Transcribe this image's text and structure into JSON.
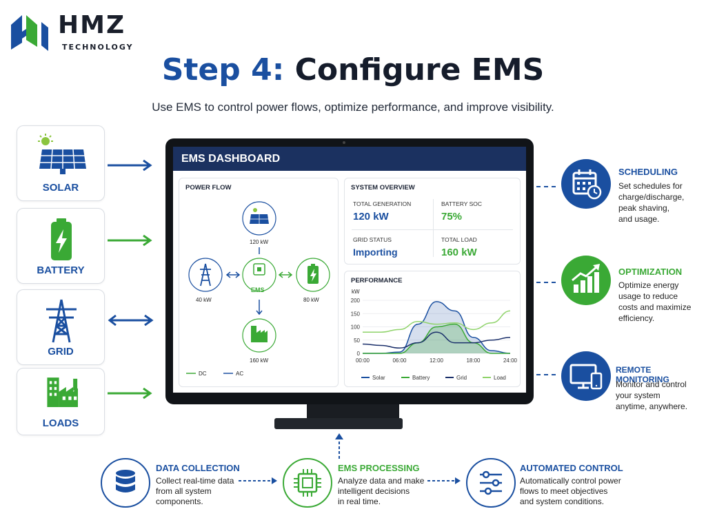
{
  "brand": {
    "name": "HMZ",
    "sub": "TECHNOLOGY"
  },
  "header": {
    "title_prefix": "Step 4:",
    "title_main": "Configure EMS",
    "subtitle": "Use EMS to control power flows, optimize performance, and improve visibility."
  },
  "sources": [
    {
      "label": "SOLAR",
      "icon": "solar-panel-icon",
      "arrow": "right",
      "color": "#1a4fa0"
    },
    {
      "label": "BATTERY",
      "icon": "battery-icon",
      "arrow": "right",
      "color": "#3aa935"
    },
    {
      "label": "GRID",
      "icon": "transmission-tower-icon",
      "arrow": "both",
      "color": "#1a4fa0"
    },
    {
      "label": "LOADS",
      "icon": "factory-icon",
      "arrow": "right",
      "color": "#3aa935"
    }
  ],
  "dashboard": {
    "title": "EMS DASHBOARD",
    "power_flow": {
      "title": "POWER FLOW",
      "solar_kw": "120 kW",
      "grid_kw": "40 kW",
      "battery_kw": "80 kW",
      "load_kw": "160 kW",
      "hub_label": "EMS",
      "legend_dc": "DC",
      "legend_ac": "AC"
    },
    "overview": {
      "title": "SYSTEM OVERVIEW",
      "total_generation_label": "TOTAL GENERATION",
      "total_generation_value": "120 kW",
      "battery_soc_label": "BATTERY SOC",
      "battery_soc_value": "75%",
      "grid_status_label": "GRID STATUS",
      "grid_status_value": "Importing",
      "total_load_label": "TOTAL LOAD",
      "total_load_value": "160 kW"
    }
  },
  "chart_data": {
    "type": "area",
    "title": "PERFORMANCE",
    "ylabel": "kW",
    "ylim": [
      0,
      200
    ],
    "yticks": [
      0,
      50,
      100,
      150,
      200
    ],
    "x": [
      "00:00",
      "03:00",
      "06:00",
      "09:00",
      "12:00",
      "15:00",
      "18:00",
      "21:00",
      "24:00"
    ],
    "series": [
      {
        "name": "Solar",
        "color": "#1a4fa0",
        "values": [
          0,
          0,
          5,
          110,
          195,
          160,
          60,
          10,
          0
        ]
      },
      {
        "name": "Battery",
        "color": "#3aa935",
        "values": [
          0,
          0,
          0,
          40,
          100,
          110,
          40,
          0,
          0
        ]
      },
      {
        "name": "Grid",
        "color": "#1a2f6a",
        "values": [
          35,
          30,
          20,
          40,
          80,
          40,
          40,
          50,
          60
        ]
      },
      {
        "name": "Load",
        "color": "#8fd36a",
        "values": [
          80,
          80,
          90,
          120,
          110,
          115,
          90,
          115,
          160
        ]
      }
    ],
    "legend_position": "bottom"
  },
  "features": [
    {
      "title": "SCHEDULING",
      "text": [
        "Set schedules for",
        "charge/discharge,",
        "peak shaving,",
        "and usage."
      ],
      "icon": "calendar-icon",
      "color": "#1a4fa0"
    },
    {
      "title": "OPTIMIZATION",
      "text": [
        "Optimize energy",
        "usage to reduce",
        "costs and maximize",
        "efficiency."
      ],
      "icon": "growth-chart-icon",
      "color": "#3aa935"
    },
    {
      "title": "REMOTE MONITORING",
      "text": [
        "Monitor and control",
        "your system",
        "anytime, anywhere."
      ],
      "icon": "devices-icon",
      "color": "#1a4fa0"
    }
  ],
  "process": [
    {
      "title": "DATA COLLECTION",
      "text": [
        "Collect real-time data",
        "from all system",
        "components."
      ],
      "icon": "database-icon",
      "color": "#1a4fa0"
    },
    {
      "title": "EMS PROCESSING",
      "text": [
        "Analyze data and make",
        "intelligent decisions",
        "in real time."
      ],
      "icon": "chip-icon",
      "color": "#3aa935"
    },
    {
      "title": "AUTOMATED CONTROL",
      "text": [
        "Automatically control power",
        "flows to meet objectives",
        "and system conditions."
      ],
      "icon": "sliders-icon",
      "color": "#1a4fa0"
    }
  ]
}
